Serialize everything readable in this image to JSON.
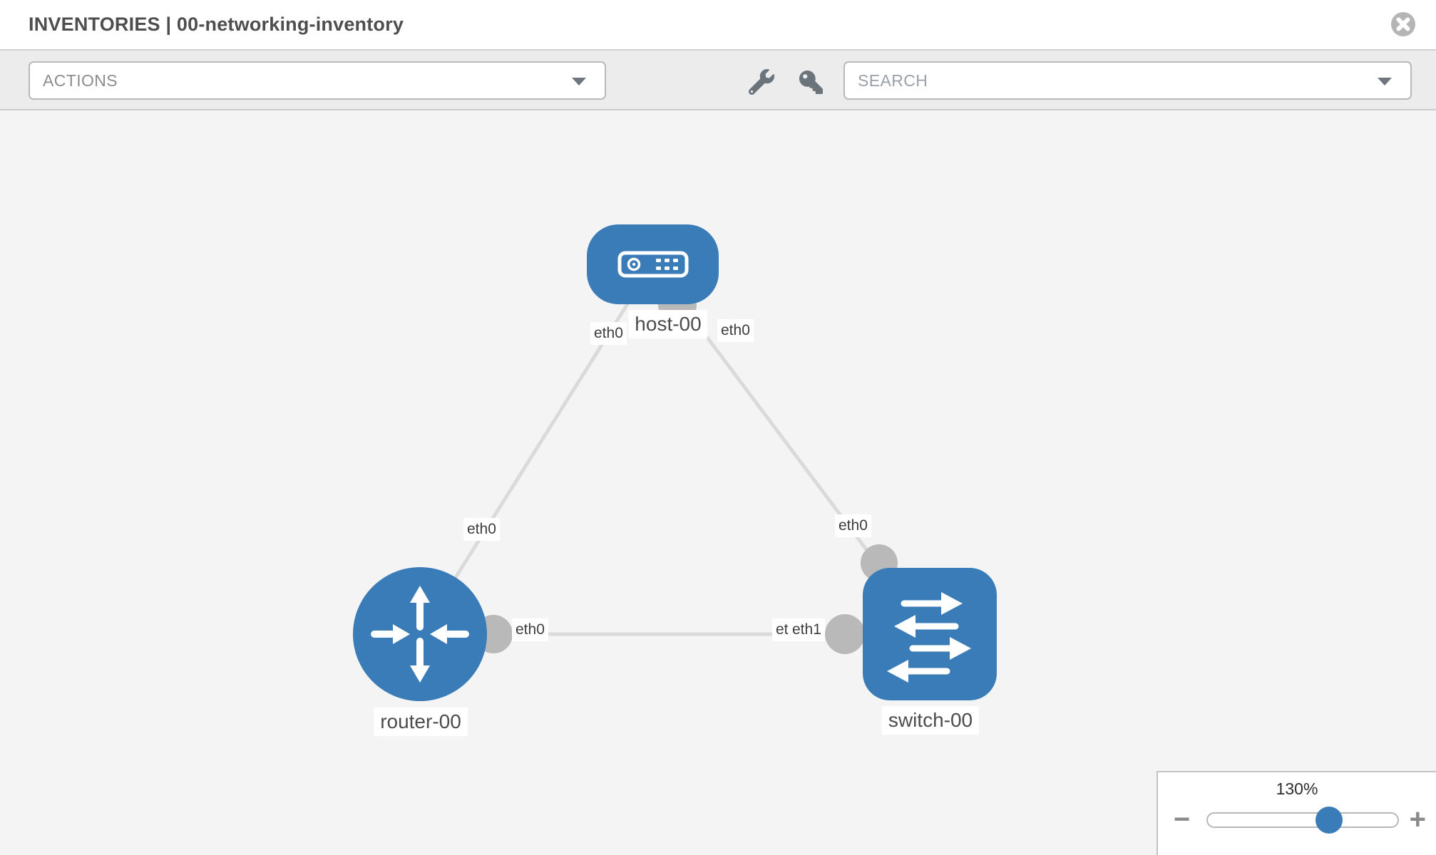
{
  "window": {
    "title": "INVENTORIES | 00-networking-inventory"
  },
  "toolbar": {
    "actions": {
      "label": "ACTIONS"
    },
    "search": {
      "placeholder": "SEARCH"
    },
    "tools": [
      {
        "icon": "wrench-icon"
      },
      {
        "icon": "key-icon"
      }
    ]
  },
  "topology": {
    "nodes": [
      {
        "id": "host-00",
        "type": "host",
        "label": "host-00"
      },
      {
        "id": "router-00",
        "type": "router",
        "label": "router-00"
      },
      {
        "id": "switch-00",
        "type": "switch",
        "label": "switch-00"
      }
    ],
    "links": [
      {
        "from": "host-00",
        "to": "router-00"
      },
      {
        "from": "host-00",
        "to": "switch-00"
      },
      {
        "from": "router-00",
        "to": "switch-00"
      }
    ],
    "interfaces": {
      "host_left": "eth0",
      "host_right": "eth0",
      "host_router_link": "eth0",
      "host_switch_link": "eth0",
      "router_side": "eth0",
      "switch_side_under": "eth0",
      "switch_side_over": "eth1"
    }
  },
  "zoom_control": {
    "level": "130%",
    "zoom_out": "−",
    "zoom_in": "+"
  },
  "colors": {
    "node_blue": "#3a7cb8",
    "link_gray": "#dadada",
    "connector_gray": "#b9b9b9",
    "icon_gray": "#6b737b",
    "close_gray": "#b5b5b5"
  }
}
